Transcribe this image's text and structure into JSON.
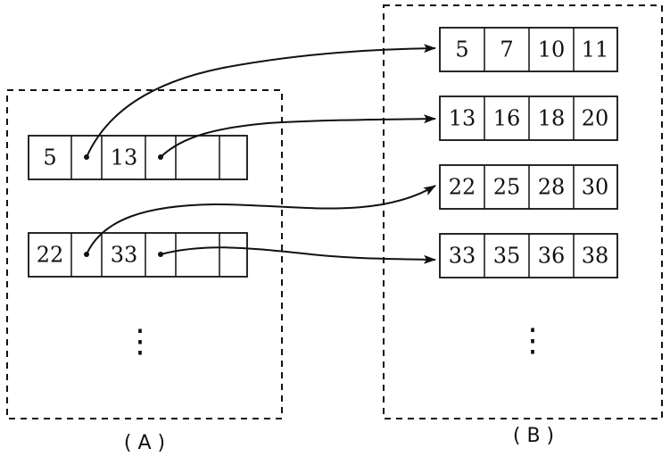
{
  "panels": {
    "a": {
      "caption": "( A )",
      "blocks": [
        {
          "keys": [
            "5",
            "13"
          ]
        },
        {
          "keys": [
            "22",
            "33"
          ]
        }
      ],
      "continuation": "⋮"
    },
    "b": {
      "caption": "( B )",
      "blocks": [
        {
          "keys": [
            "5",
            "7",
            "10",
            "11"
          ]
        },
        {
          "keys": [
            "13",
            "16",
            "18",
            "20"
          ]
        },
        {
          "keys": [
            "22",
            "25",
            "28",
            "30"
          ]
        },
        {
          "keys": [
            "33",
            "35",
            "36",
            "38"
          ]
        }
      ],
      "continuation": "⋮"
    }
  },
  "colors": {
    "stroke": "#111111",
    "background": "#ffffff"
  }
}
